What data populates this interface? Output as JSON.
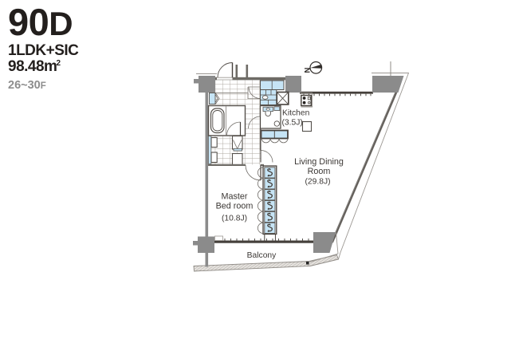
{
  "header": {
    "unit_number": "90",
    "unit_letter": "D",
    "layout_type": "1LDK+SIC",
    "area_value": "98.48m",
    "area_sup": "2",
    "floors_range": "26~30",
    "floors_suffix": "F"
  },
  "compass": {
    "north_label": "N"
  },
  "plan": {
    "kitchen": {
      "name": "Kitchen",
      "size": "(3.5J)"
    },
    "living": {
      "name_line1": "Living Dining",
      "name_line2": "Room",
      "size": "(29.8J)"
    },
    "bedroom": {
      "name_line1": "Master",
      "name_line2": "Bed room",
      "size": "(10.8J)"
    },
    "balcony": {
      "name": "Balcony"
    }
  },
  "colors": {
    "accent_blue": "#c6e4f5",
    "pillar_gray": "#8b8b8b",
    "wall_dark": "#45403b",
    "text_gray": "#8d8d8d",
    "label_dark": "#3c3835"
  }
}
